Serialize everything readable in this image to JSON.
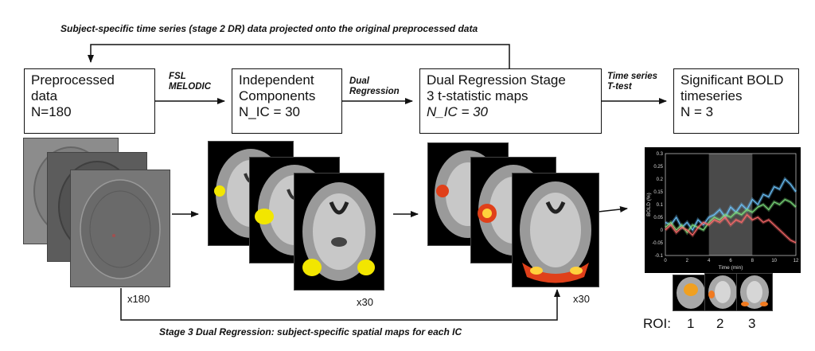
{
  "top_caption": "Subject-specific time series (stage 2 DR) data projected onto the original preprocessed data",
  "bottom_caption": "Stage 3 Dual Regression: subject-specific spatial maps for each IC",
  "boxes": [
    {
      "lines": [
        "Preprocessed",
        "data",
        "N=180"
      ]
    },
    {
      "lines": [
        "Independent",
        "Components",
        "N_IC = 30"
      ]
    },
    {
      "lines": [
        "Dual Regression Stage",
        "3 t-statistic maps",
        "N_IC = 30"
      ]
    },
    {
      "lines": [
        "Significant BOLD",
        "timeseries",
        "N = 3"
      ]
    }
  ],
  "arrow_labels": {
    "a1": [
      "FSL",
      "MELODIC"
    ],
    "a2": [
      "Dual",
      "Regression"
    ],
    "a3": [
      "Time series",
      "T-test"
    ]
  },
  "counts": {
    "preprocessed": "x180",
    "ic": "x30",
    "dr": "x30"
  },
  "roi": {
    "label": "ROI:",
    "items": [
      "1",
      "2",
      "3"
    ]
  },
  "colors": {
    "ic_blob": "#f2e600",
    "tstat_low": "#e0401a",
    "tstat_high": "#ffd23c",
    "chart_bg": "#000000"
  },
  "chart_data": {
    "type": "line",
    "xlabel": "Time (min)",
    "ylabel": "BOLD (%)",
    "xlim": [
      0,
      12
    ],
    "ylim": [
      -0.1,
      0.3
    ],
    "xticks": [
      "0",
      "2",
      "4",
      "6",
      "8",
      "10",
      "12"
    ],
    "yticks": [
      "-0.1",
      "-0.05",
      "0",
      "0.05",
      "0.1",
      "0.15",
      "0.2",
      "0.25",
      "0.3"
    ],
    "shaded_interval": [
      4,
      8
    ],
    "x": [
      0,
      0.5,
      1,
      1.5,
      2,
      2.5,
      3,
      3.5,
      4,
      4.5,
      5,
      5.5,
      6,
      6.5,
      7,
      7.5,
      8,
      8.5,
      9,
      9.5,
      10,
      10.5,
      11,
      11.5,
      12
    ],
    "series": [
      {
        "color": "#6ec6ff",
        "values": [
          0.03,
          0.02,
          0.05,
          0.01,
          0.03,
          0.0,
          0.04,
          0.02,
          0.05,
          0.06,
          0.08,
          0.05,
          0.09,
          0.07,
          0.1,
          0.08,
          0.12,
          0.1,
          0.14,
          0.13,
          0.17,
          0.16,
          0.2,
          0.18,
          0.15
        ]
      },
      {
        "color": "#7ee07e",
        "values": [
          0.01,
          0.03,
          0.0,
          0.02,
          -0.01,
          0.02,
          0.01,
          0.0,
          0.03,
          0.05,
          0.04,
          0.06,
          0.05,
          0.07,
          0.06,
          0.08,
          0.07,
          0.09,
          0.1,
          0.08,
          0.11,
          0.1,
          0.12,
          0.11,
          0.09
        ]
      },
      {
        "color": "#ff6b6b",
        "values": [
          0.0,
          0.02,
          -0.01,
          0.01,
          0.0,
          -0.02,
          0.01,
          0.03,
          0.02,
          0.04,
          0.03,
          0.05,
          0.02,
          0.04,
          0.03,
          0.06,
          0.04,
          0.05,
          0.03,
          0.04,
          0.02,
          0.0,
          -0.02,
          -0.04,
          -0.05
        ]
      }
    ]
  }
}
